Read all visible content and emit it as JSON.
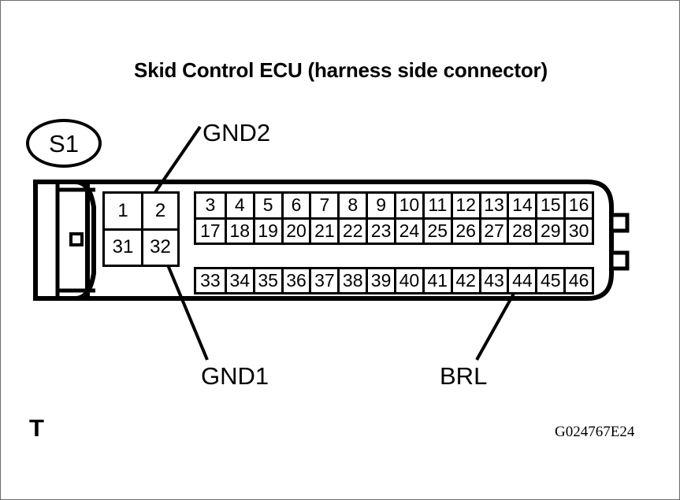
{
  "figure": {
    "title": "Skid Control ECU (harness side connector)",
    "connector_badge": "S1",
    "corner_mark": "T",
    "figure_code": "G024767E24"
  },
  "callouts": [
    {
      "name": "gnd2",
      "label": "GND2",
      "points_to_pin": "1"
    },
    {
      "name": "gnd1",
      "label": "GND1",
      "points_to_pin": "32"
    },
    {
      "name": "brl",
      "label": "BRL",
      "points_to_pin": "44"
    }
  ],
  "pin_grids": {
    "left_block": {
      "rows": [
        [
          "1",
          "2"
        ],
        [
          "31",
          "32"
        ]
      ]
    },
    "main_top_block": {
      "rows": [
        [
          "3",
          "4",
          "5",
          "6",
          "7",
          "8",
          "9",
          "10",
          "11",
          "12",
          "13",
          "14",
          "15",
          "16"
        ],
        [
          "17",
          "18",
          "19",
          "20",
          "21",
          "22",
          "23",
          "24",
          "25",
          "26",
          "27",
          "28",
          "29",
          "30"
        ]
      ]
    },
    "main_bottom_block": {
      "rows": [
        [
          "33",
          "34",
          "35",
          "36",
          "37",
          "38",
          "39",
          "40",
          "41",
          "42",
          "43",
          "44",
          "45",
          "46"
        ]
      ]
    }
  },
  "colors": {
    "ink": "#000000",
    "background": "#ffffff",
    "frame": "#6e6e6e"
  }
}
